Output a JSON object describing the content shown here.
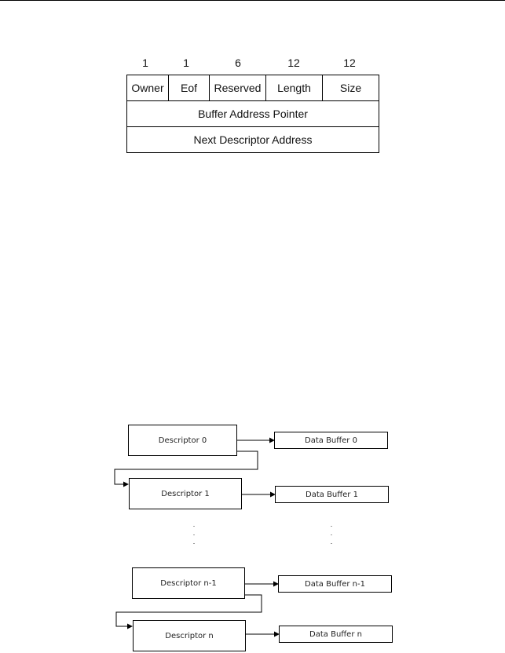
{
  "descriptor_format": {
    "bit_widths": [
      "1",
      "1",
      "6",
      "12",
      "12"
    ],
    "fields": [
      "Owner",
      "Eof",
      "Reserved",
      "Length",
      "Size"
    ],
    "row2": "Buffer Address Pointer",
    "row3": "Next Descriptor Address"
  },
  "chain": {
    "descriptors": [
      "Descriptor 0",
      "Descriptor 1",
      "Descriptor n-1",
      "Descriptor n"
    ],
    "buffers": [
      "Data Buffer 0",
      "Data Buffer 1",
      "Data Buffer n-1",
      "Data Buffer n"
    ],
    "ellipsis": ".\n.\n."
  }
}
